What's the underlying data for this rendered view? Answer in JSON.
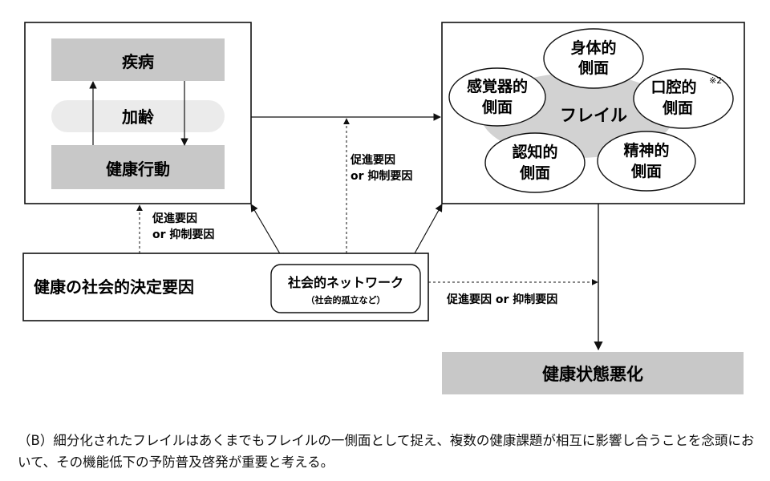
{
  "left_box": {
    "disease": "疾病",
    "aging": "加齢",
    "health_behavior": "健康行動"
  },
  "frailty_box": {
    "center": "フレイル",
    "physical": [
      "身体的",
      "側面"
    ],
    "sensory": [
      "感覚器的",
      "側面"
    ],
    "oral": [
      "口腔的",
      "側面"
    ],
    "oral_note": "※2",
    "cognitive": [
      "認知的",
      "側面"
    ],
    "mental": [
      "精神的",
      "側面"
    ]
  },
  "factor_label": {
    "line1": "促進要因",
    "line2": "or 抑制要因",
    "inline": "促進要因 or 抑制要因"
  },
  "sdh_box": {
    "title": "健康の社会的決定要因",
    "network": "社会的ネットワーク",
    "network_sub": "（社会的孤立など）"
  },
  "outcome": "健康状態悪化",
  "caption": "（B）細分化されたフレイルはあくまでもフレイルの一側面として捉え、複数の健康課題が相互に影響し合うことを念頭において、その機能低下の予防普及啓発が重要と考える。"
}
